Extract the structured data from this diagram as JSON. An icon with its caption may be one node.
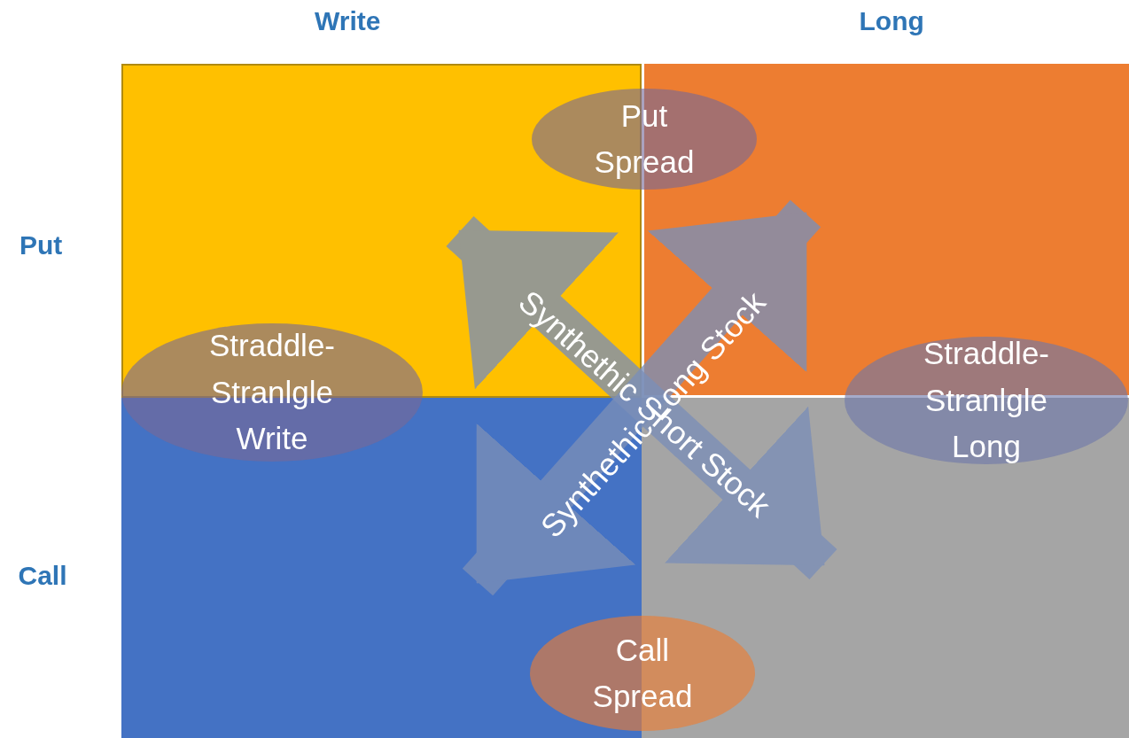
{
  "diagram": {
    "nodes": [
      {
        "text": [],
        "shape": "box"
      },
      {
        "text": [],
        "shape": "box"
      },
      {
        "text": [],
        "shape": "box"
      },
      {
        "text": [],
        "shape": "box"
      },
      {
        "text": [
          "Put Spread"
        ]
      },
      {
        "text": [
          "Straddle- Stranlgle Write"
        ]
      },
      {
        "text": [
          "Straddle- Stranlgle Long"
        ]
      },
      {
        "text": [
          "Call Spread"
        ]
      }
    ],
    "edges": [
      {
        "from": 0,
        "to": 3,
        "arrow": "both",
        "label": "Synthethic Short Stock"
      },
      {
        "from": 2,
        "to": 1,
        "arrow": "both",
        "label": "Synthethic Long Stock"
      }
    ],
    "labels": [
      "Write",
      "Long",
      "Put",
      "Call"
    ]
  }
}
